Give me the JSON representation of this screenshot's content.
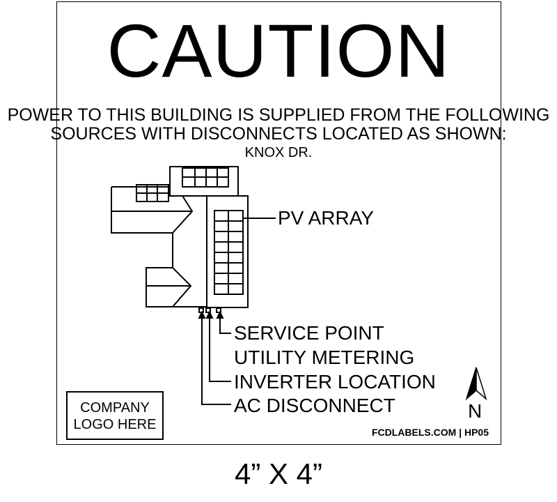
{
  "label": {
    "title": "CAUTION",
    "notice_line1": "POWER TO THIS BUILDING IS SUPPLIED FROM THE FOLLOWING",
    "notice_line2": "SOURCES WITH DISCONNECTS LOCATED AS SHOWN:",
    "street": "KNOX DR.",
    "callouts": {
      "pv_array": "PV ARRAY",
      "service_point": "SERVICE POINT",
      "utility_metering": "UTILITY METERING",
      "inverter_location": "INVERTER LOCATION",
      "ac_disconnect": "AC DISCONNECT"
    },
    "logo_line1": "COMPANY",
    "logo_line2": "LOGO HERE",
    "footer": "FCDLABELS.COM | HP05",
    "north": "N"
  },
  "size_caption": "4” X 4”",
  "colors": {
    "ink": "#000000",
    "background": "#ffffff"
  },
  "icons": [
    "north-arrow-icon"
  ]
}
